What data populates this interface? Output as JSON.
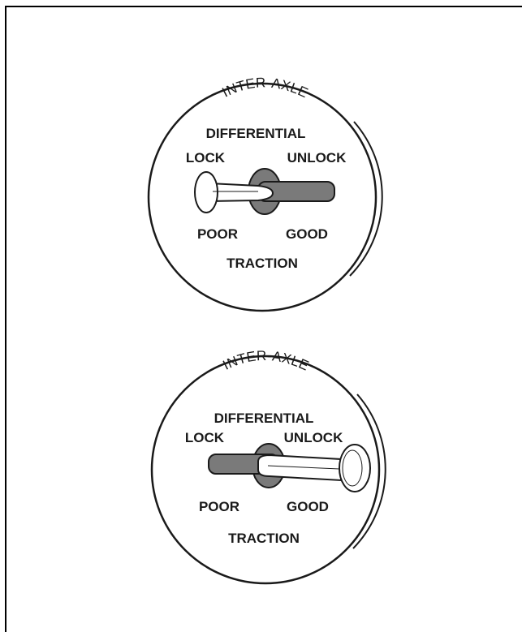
{
  "dials": [
    {
      "state": "locked",
      "arc_label": "INTER-AXLE",
      "title": "DIFFERENTIAL",
      "left_label": "LOCK",
      "right_label": "UNLOCK",
      "bottom_left_label": "POOR",
      "bottom_right_label": "GOOD",
      "bottom_label": "TRACTION"
    },
    {
      "state": "unlocked",
      "arc_label": "INTER-AXLE",
      "title": "DIFFERENTIAL",
      "left_label": "LOCK",
      "right_label": "UNLOCK",
      "bottom_left_label": "POOR",
      "bottom_right_label": "GOOD",
      "bottom_label": "TRACTION"
    }
  ],
  "colors": {
    "line": "#1a1a1a",
    "lever_fill": "#7a7a7a",
    "background": "#ffffff"
  }
}
